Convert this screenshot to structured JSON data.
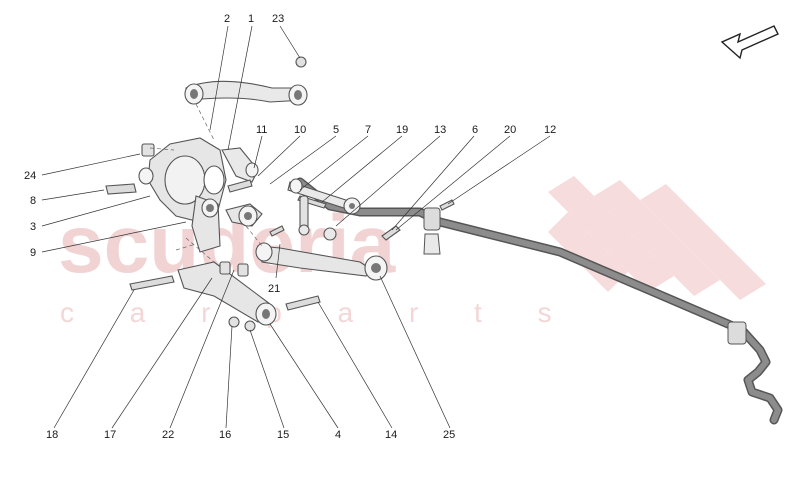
{
  "watermark": {
    "brand": "scuderia",
    "tagline": "c a r   p a r t s"
  },
  "direction_arrow": {
    "icon": "front-direction-arrow-icon"
  },
  "labels": [
    "1",
    "2",
    "3",
    "4",
    "5",
    "6",
    "7",
    "8",
    "9",
    "10",
    "11",
    "12",
    "13",
    "14",
    "15",
    "16",
    "17",
    "18",
    "19",
    "20",
    "21",
    "22",
    "23",
    "24",
    "25"
  ],
  "colors": {
    "watermark_red": "#f2d3d3",
    "checker": "#f6dcdc",
    "part_fill": "#e9e9e9",
    "bar_fill": "#8c8c8c"
  }
}
